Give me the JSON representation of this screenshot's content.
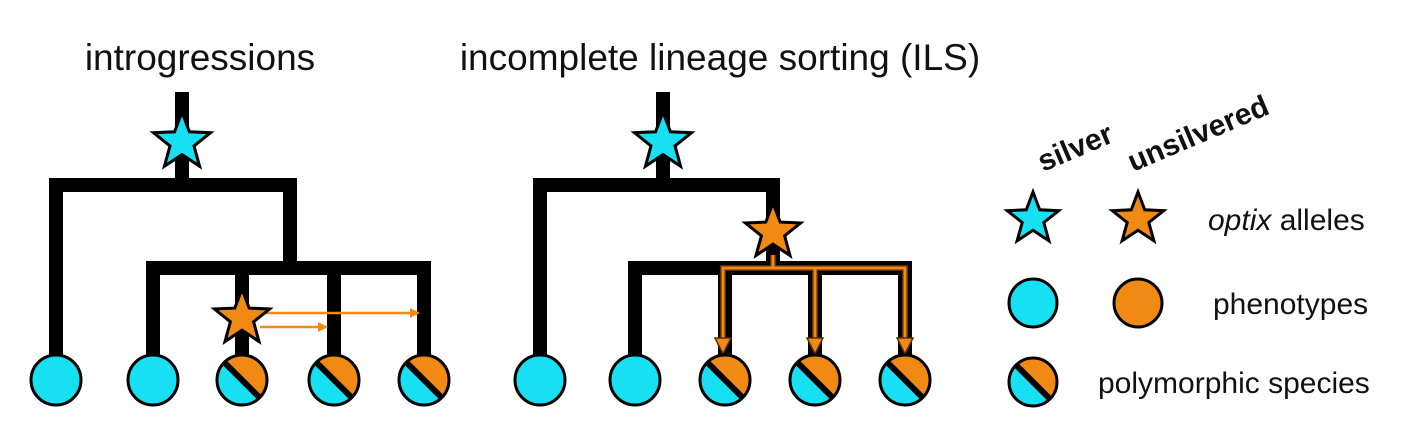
{
  "colors": {
    "silver": "#16e0f2",
    "unsilvered": "#f08a14",
    "branch": "#000000",
    "arrow": "#f08a14"
  },
  "panels": {
    "introgressions": {
      "title": "introgressions",
      "root_allele": "silver",
      "event_allele": "unsilvered",
      "tips": [
        "silver",
        "silver",
        "polymorphic",
        "polymorphic",
        "polymorphic"
      ]
    },
    "ils": {
      "title": "incomplete lineage sorting (ILS)",
      "root_allele": "silver",
      "event_allele": "unsilvered",
      "tips": [
        "silver",
        "silver",
        "polymorphic",
        "polymorphic",
        "polymorphic"
      ]
    }
  },
  "legend": {
    "col_silver": "silver",
    "col_unsilvered": "unsilvered",
    "row_alleles_italic": "optix",
    "row_alleles_rest": " alleles",
    "row_phenotypes": "phenotypes",
    "row_polymorphic": "polymorphic species"
  }
}
